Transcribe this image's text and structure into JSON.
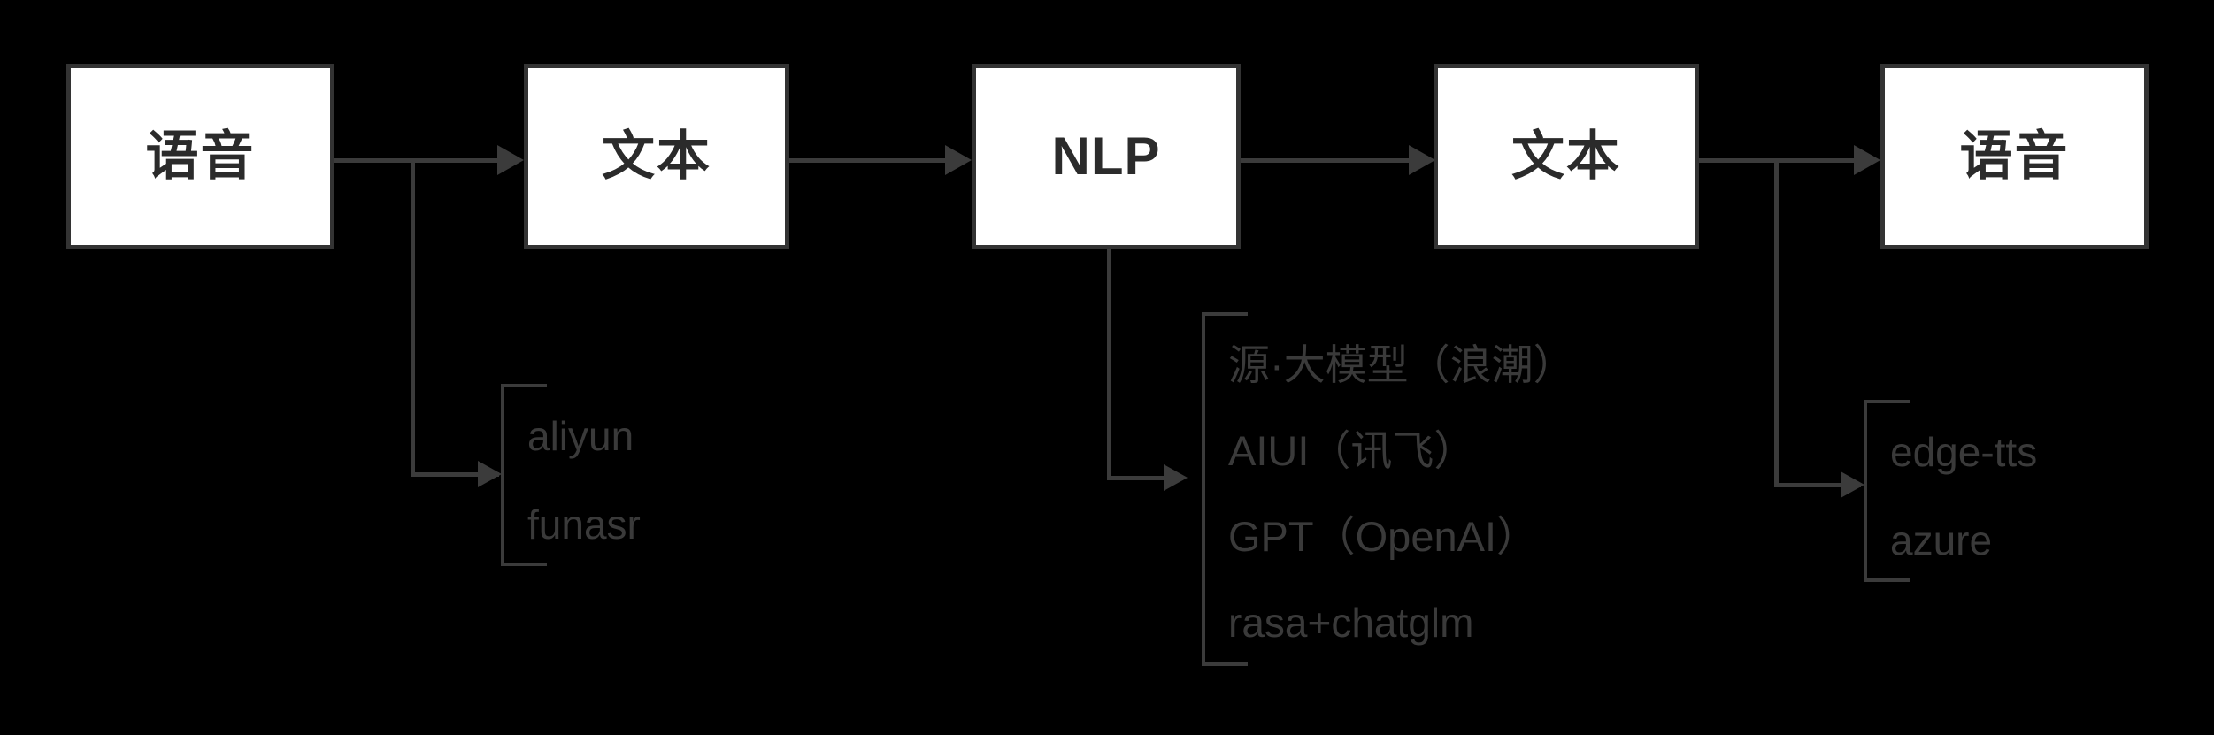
{
  "diagram": {
    "title": "voice-assistant-pipeline",
    "background_color": "#000000",
    "node_fill": "#ffffff",
    "node_border_color": "#333333",
    "node_text_color": "#2b2b2b",
    "connector_color": "#3b3b3b",
    "option_text_color": "#3a3a3a",
    "nodes": [
      {
        "id": "speech-in",
        "label": "语音"
      },
      {
        "id": "text-in",
        "label": "文本"
      },
      {
        "id": "nlp",
        "label": "NLP"
      },
      {
        "id": "text-out",
        "label": "文本"
      },
      {
        "id": "speech-out",
        "label": "语音"
      }
    ],
    "option_groups": [
      {
        "id": "asr-options",
        "source_node": "speech-in",
        "items": [
          "aliyun",
          "funasr"
        ]
      },
      {
        "id": "nlp-options",
        "source_node": "nlp",
        "items": [
          "源·大模型（浪潮）",
          "AIUI（讯飞）",
          "GPT（OpenAI）",
          "rasa+chatglm"
        ]
      },
      {
        "id": "tts-options",
        "source_node": "text-out",
        "items": [
          "edge-tts",
          "azure"
        ]
      }
    ],
    "flow_arrows": [
      {
        "from": "speech-in",
        "to": "text-in"
      },
      {
        "from": "text-in",
        "to": "nlp"
      },
      {
        "from": "nlp",
        "to": "text-out"
      },
      {
        "from": "text-out",
        "to": "speech-out"
      }
    ]
  }
}
